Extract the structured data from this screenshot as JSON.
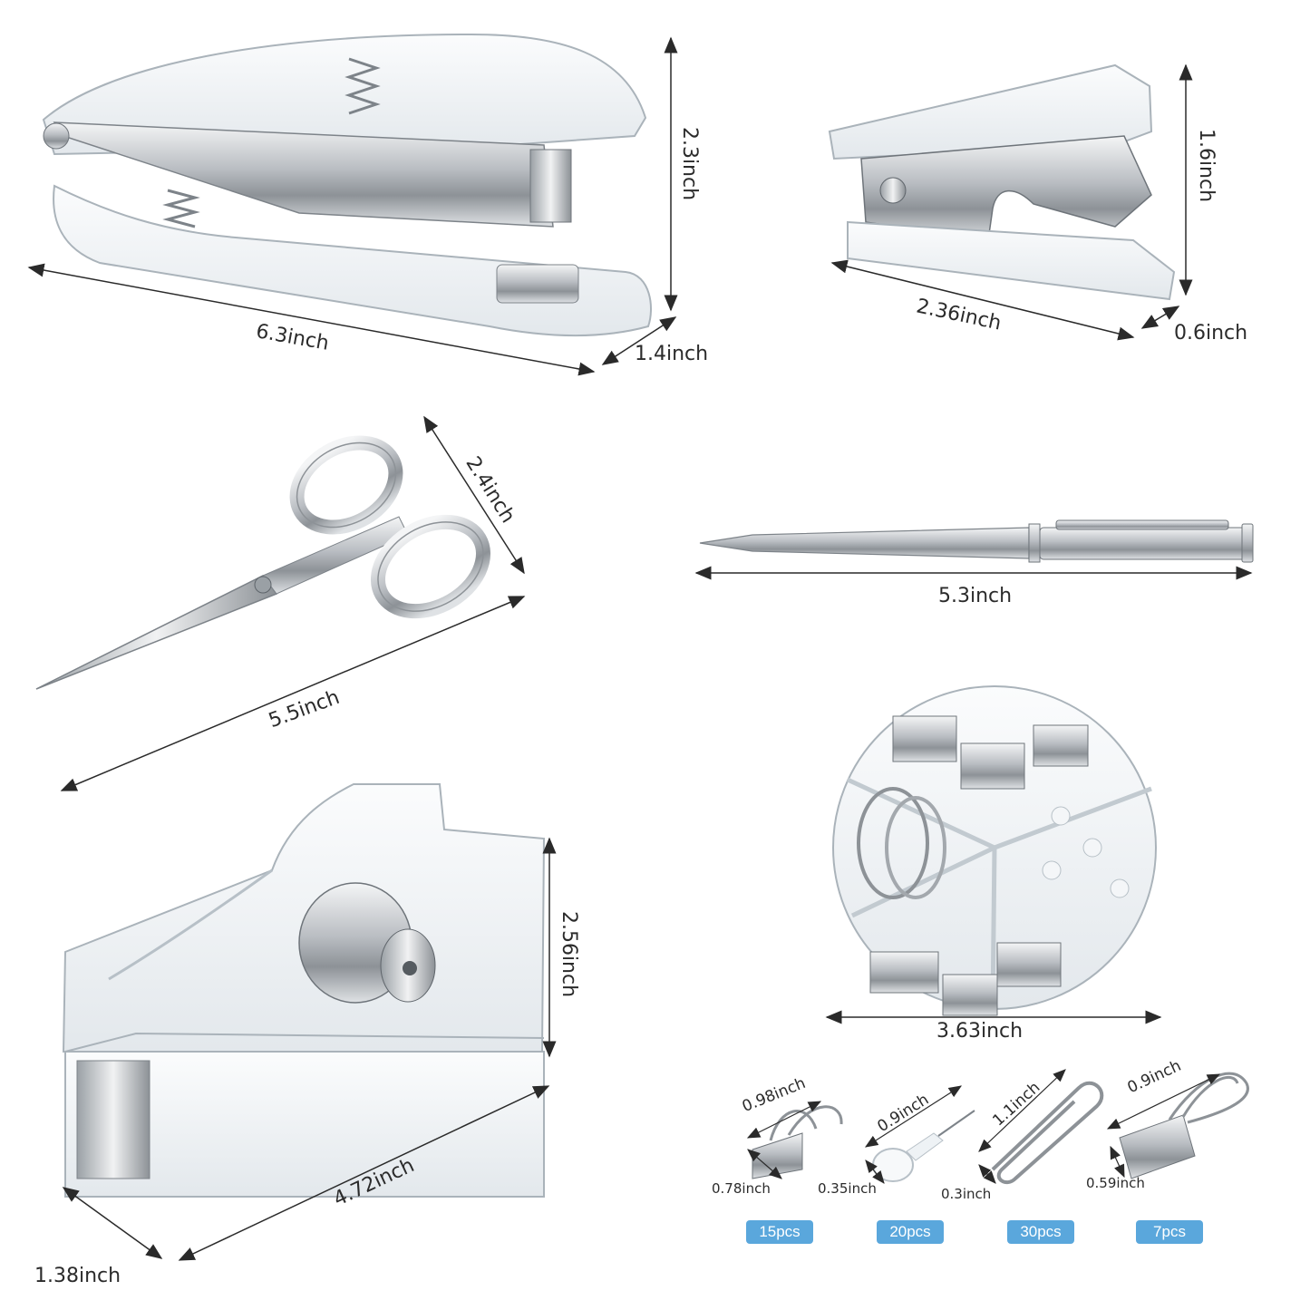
{
  "colors": {
    "badge": "#5aa7dc",
    "metal": "#c8ccd0",
    "acrylic": "#e9eef2",
    "line": "#2a2a2a"
  },
  "icons": {
    "stapler": "stapler-icon",
    "remover": "staple-remover-icon",
    "scissors": "scissors-icon",
    "pen": "pen-icon",
    "tape": "tape-dispenser-icon",
    "clips_box": "clip-box-icon"
  },
  "stapler": {
    "length": "6.3inch",
    "height": "2.3inch",
    "width": "1.4inch"
  },
  "remover": {
    "height": "1.6inch",
    "length": "2.36inch",
    "width": "0.6inch"
  },
  "scissors": {
    "length": "5.5inch",
    "width": "2.4inch"
  },
  "pen": {
    "length": "5.3inch"
  },
  "tape": {
    "height": "2.56inch",
    "length": "4.72inch",
    "width": "1.38inch"
  },
  "clip_box": {
    "diameter": "3.63inch"
  },
  "accessories": [
    {
      "name": "binder-clip-large",
      "top": "0.98inch",
      "side": "0.78inch",
      "count": "15pcs"
    },
    {
      "name": "push-pin",
      "top": "0.9inch",
      "side": "0.35inch",
      "count": "20pcs"
    },
    {
      "name": "paper-clip",
      "top": "1.1inch",
      "side": "0.3inch",
      "count": "30pcs"
    },
    {
      "name": "binder-clip-small",
      "top": "0.9inch",
      "side": "0.59inch",
      "count": "7pcs"
    }
  ]
}
